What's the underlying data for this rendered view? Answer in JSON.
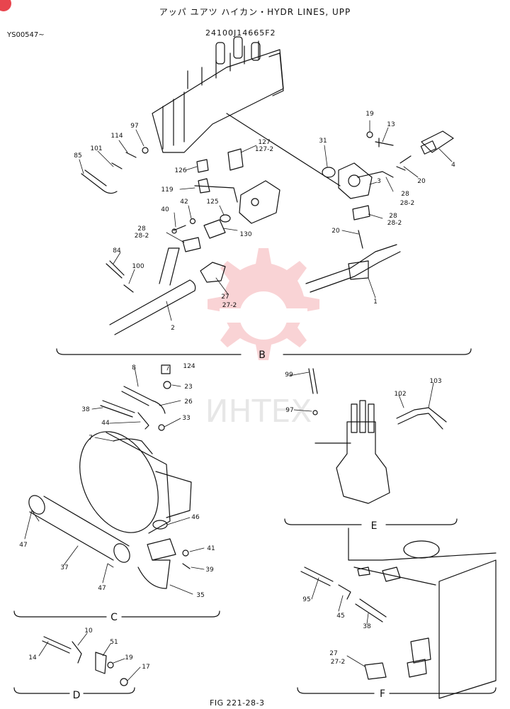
{
  "header": {
    "title": "アッパ ユアツ ハイカン・HYDR LINES, UPP",
    "serial": "YS00547~",
    "part_number": "24100J14665F2"
  },
  "footer": {
    "figure": "FIG 221-28-3"
  },
  "watermark": {
    "text": "ИНТЕХ",
    "color": "#e8454e"
  },
  "sections": {
    "B": "B",
    "C": "C",
    "D": "D",
    "E": "E",
    "F": "F"
  },
  "callouts": [
    {
      "id": "c-19a",
      "label": "19"
    },
    {
      "id": "c-13",
      "label": "13"
    },
    {
      "id": "c-97a",
      "label": "97"
    },
    {
      "id": "c-114",
      "label": "114"
    },
    {
      "id": "c-101",
      "label": "101"
    },
    {
      "id": "c-85",
      "label": "85"
    },
    {
      "id": "c-127",
      "label": "127"
    },
    {
      "id": "c-127-2",
      "label": "127-2"
    },
    {
      "id": "c-31",
      "label": "31"
    },
    {
      "id": "c-4",
      "label": "4"
    },
    {
      "id": "c-126",
      "label": "126"
    },
    {
      "id": "c-20a",
      "label": "20"
    },
    {
      "id": "c-119",
      "label": "119"
    },
    {
      "id": "c-3",
      "label": "3"
    },
    {
      "id": "c-28a",
      "label": "28"
    },
    {
      "id": "c-28-2a",
      "label": "28-2"
    },
    {
      "id": "c-42",
      "label": "42"
    },
    {
      "id": "c-125",
      "label": "125"
    },
    {
      "id": "c-40",
      "label": "40"
    },
    {
      "id": "c-28b",
      "label": "28"
    },
    {
      "id": "c-28-2b",
      "label": "28-2"
    },
    {
      "id": "c-28c",
      "label": "28"
    },
    {
      "id": "c-28-2c",
      "label": "28-2"
    },
    {
      "id": "c-130",
      "label": "130"
    },
    {
      "id": "c-20b",
      "label": "20"
    },
    {
      "id": "c-84",
      "label": "84"
    },
    {
      "id": "c-100",
      "label": "100"
    },
    {
      "id": "c-27a",
      "label": "27"
    },
    {
      "id": "c-27-2a",
      "label": "27-2"
    },
    {
      "id": "c-1",
      "label": "1"
    },
    {
      "id": "c-2",
      "label": "2"
    },
    {
      "id": "c-8",
      "label": "8"
    },
    {
      "id": "c-124",
      "label": "124"
    },
    {
      "id": "c-23",
      "label": "23"
    },
    {
      "id": "c-26",
      "label": "26"
    },
    {
      "id": "c-38a",
      "label": "38"
    },
    {
      "id": "c-44",
      "label": "44"
    },
    {
      "id": "c-33",
      "label": "33"
    },
    {
      "id": "c-7",
      "label": "7"
    },
    {
      "id": "c-46",
      "label": "46"
    },
    {
      "id": "c-47a",
      "label": "47"
    },
    {
      "id": "c-37",
      "label": "37"
    },
    {
      "id": "c-41",
      "label": "41"
    },
    {
      "id": "c-39",
      "label": "39"
    },
    {
      "id": "c-47b",
      "label": "47"
    },
    {
      "id": "c-35",
      "label": "35"
    },
    {
      "id": "c-99",
      "label": "99"
    },
    {
      "id": "c-97b",
      "label": "97"
    },
    {
      "id": "c-102",
      "label": "102"
    },
    {
      "id": "c-103",
      "label": "103"
    },
    {
      "id": "c-95",
      "label": "95"
    },
    {
      "id": "c-45",
      "label": "45"
    },
    {
      "id": "c-38b",
      "label": "38"
    },
    {
      "id": "c-27b",
      "label": "27"
    },
    {
      "id": "c-27-2b",
      "label": "27-2"
    },
    {
      "id": "c-10",
      "label": "10"
    },
    {
      "id": "c-14",
      "label": "14"
    },
    {
      "id": "c-51",
      "label": "51"
    },
    {
      "id": "c-19b",
      "label": "19"
    },
    {
      "id": "c-17",
      "label": "17"
    }
  ]
}
